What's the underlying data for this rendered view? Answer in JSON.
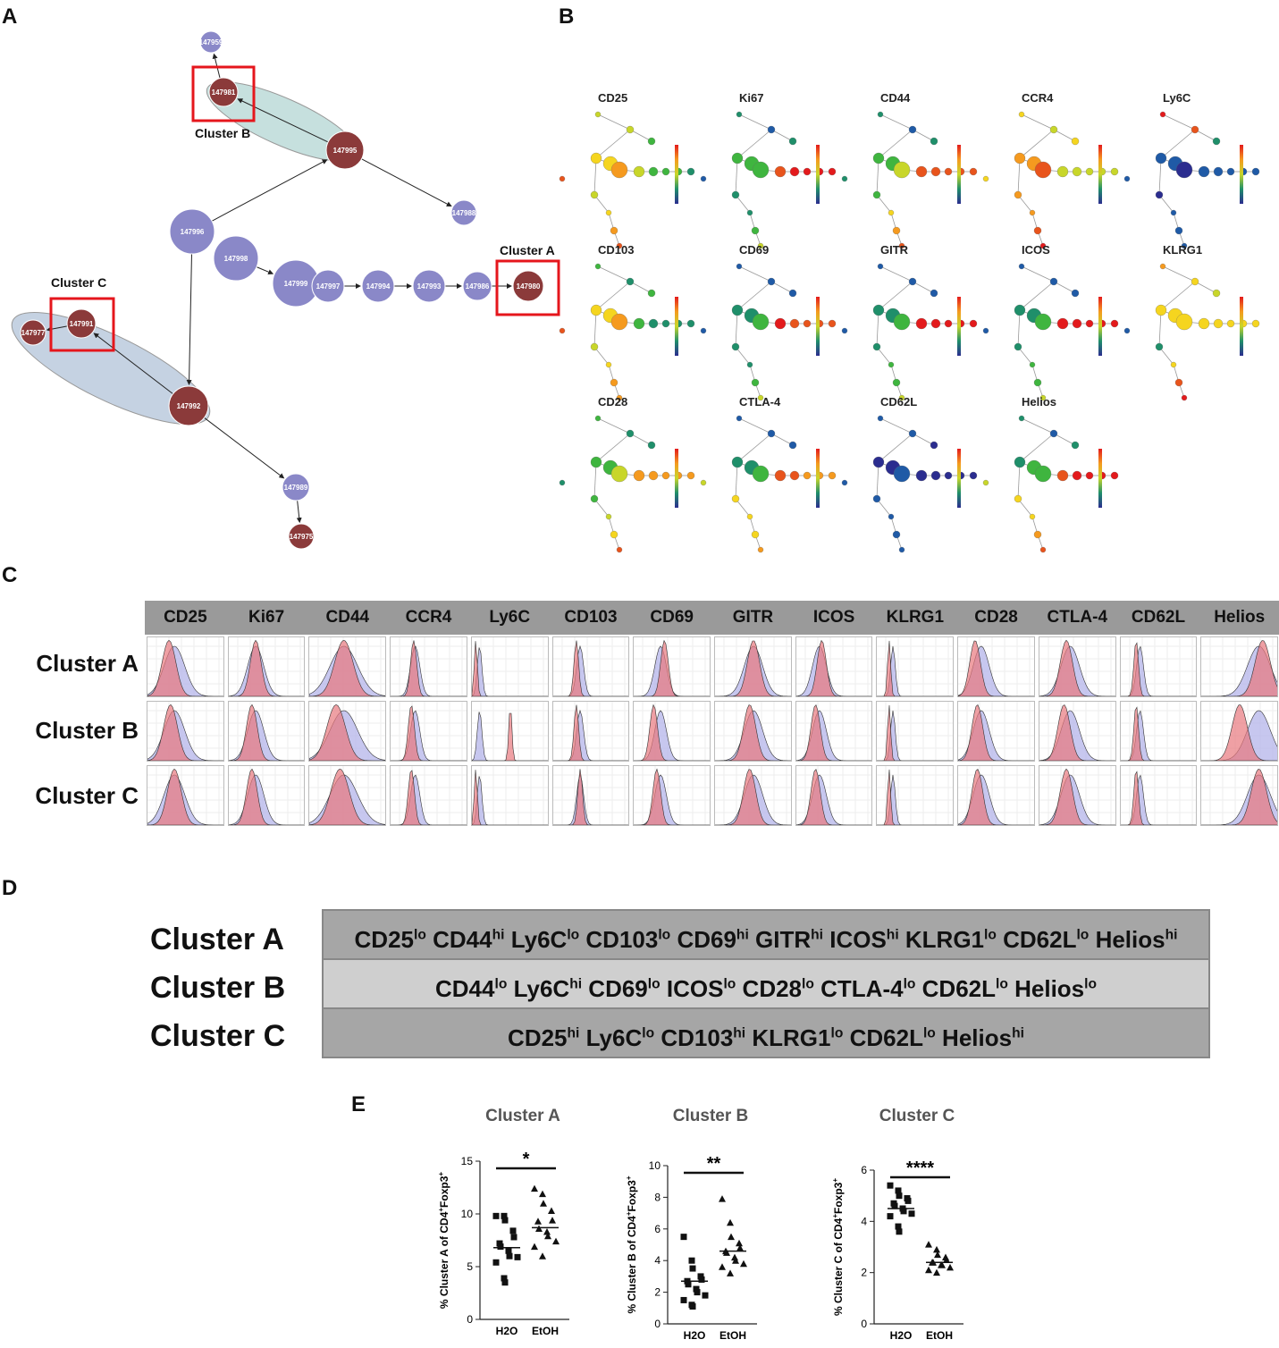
{
  "panels": {
    "a": "A",
    "b": "B",
    "c": "C",
    "d": "D",
    "e": "E"
  },
  "panelA": {
    "nodes": [
      {
        "id": "147959",
        "color": "blue"
      },
      {
        "id": "147981",
        "color": "red"
      },
      {
        "id": "147995",
        "color": "red"
      },
      {
        "id": "147988",
        "color": "blue"
      },
      {
        "id": "147996",
        "color": "blue"
      },
      {
        "id": "147998",
        "color": "blue"
      },
      {
        "id": "147999",
        "color": "blue"
      },
      {
        "id": "147997",
        "color": "blue"
      },
      {
        "id": "147994",
        "color": "blue"
      },
      {
        "id": "147993",
        "color": "blue"
      },
      {
        "id": "147986",
        "color": "blue"
      },
      {
        "id": "147980",
        "color": "red"
      },
      {
        "id": "147977",
        "color": "red"
      },
      {
        "id": "147991",
        "color": "red"
      },
      {
        "id": "147992",
        "color": "red"
      },
      {
        "id": "147989",
        "color": "blue"
      },
      {
        "id": "147975",
        "color": "red"
      }
    ],
    "cluster_labels": {
      "a": "Cluster A",
      "b": "Cluster B",
      "c": "Cluster C"
    },
    "colors": {
      "blue": "#8a88c8",
      "red": "#8b3a3a",
      "highlight": "#e5161c"
    }
  },
  "panelB": {
    "markers": [
      "CD25",
      "Ki67",
      "CD44",
      "CCR4",
      "Ly6C",
      "CD103",
      "CD69",
      "GITR",
      "ICOS",
      "KLRG1",
      "CD28",
      "CTLA-4",
      "CD62L",
      "Helios"
    ]
  },
  "panelC": {
    "markers": [
      "CD25",
      "Ki67",
      "CD44",
      "CCR4",
      "Ly6C",
      "CD103",
      "CD69",
      "GITR",
      "ICOS",
      "KLRG1",
      "CD28",
      "CTLA-4",
      "CD62L",
      "Helios"
    ],
    "rows": [
      "Cluster A",
      "Cluster B",
      "Cluster C"
    ],
    "colors": {
      "cluster": "#e8787e",
      "all": "#b4b4ea",
      "header": "#9a9a9a"
    }
  },
  "panelD": {
    "rows": [
      {
        "label": "Cluster A",
        "bg": "#a6a6a6",
        "items": [
          [
            "CD25",
            "lo"
          ],
          [
            "CD44",
            "hi"
          ],
          [
            "Ly6C",
            "lo"
          ],
          [
            "CD103",
            "lo"
          ],
          [
            "CD69",
            "hi"
          ],
          [
            "GITR",
            "hi"
          ],
          [
            "ICOS",
            "hi"
          ],
          [
            "KLRG1",
            "lo"
          ],
          [
            "CD62L",
            "lo"
          ],
          [
            "Helios",
            "hi"
          ]
        ]
      },
      {
        "label": "Cluster B",
        "bg": "#cfcfcf",
        "items": [
          [
            "CD44",
            "lo"
          ],
          [
            "Ly6C",
            "hi"
          ],
          [
            "CD69",
            "lo"
          ],
          [
            "ICOS",
            "lo"
          ],
          [
            "CD28",
            "lo"
          ],
          [
            "CTLA-4",
            "lo"
          ],
          [
            "CD62L",
            "lo"
          ],
          [
            "Helios",
            "lo"
          ]
        ]
      },
      {
        "label": "Cluster C",
        "bg": "#a6a6a6",
        "items": [
          [
            "CD25",
            "hi"
          ],
          [
            "Ly6C",
            "lo"
          ],
          [
            "CD103",
            "hi"
          ],
          [
            "KLRG1",
            "lo"
          ],
          [
            "CD62L",
            "lo"
          ],
          [
            "Helios",
            "hi"
          ]
        ]
      }
    ]
  },
  "chart_data": [
    {
      "type": "scatter",
      "title": "Cluster A",
      "ylabel_prefix": "% Cluster A of CD4",
      "ylabel_sup1": "+",
      "ylabel_mid": "Foxp3",
      "ylabel_sup2": "+",
      "categories": [
        "H2O",
        "EtOH"
      ],
      "ylim": [
        0,
        15
      ],
      "yticks": [
        0,
        5,
        10,
        15
      ],
      "series": [
        {
          "marker": "square",
          "values": [
            9.8,
            9.8,
            9.4,
            8.4,
            7.8,
            7.2,
            6.9,
            6.5,
            6.0,
            5.9,
            5.4,
            3.9,
            3.5
          ]
        },
        {
          "marker": "triangle",
          "values": [
            12.4,
            11.9,
            11.0,
            10.3,
            9.4,
            9.3,
            8.6,
            8.3,
            7.9,
            7.4,
            6.9,
            6.0
          ]
        }
      ],
      "medians": [
        6.8,
        8.7
      ],
      "significance": "*"
    },
    {
      "type": "scatter",
      "title": "Cluster B",
      "ylabel_prefix": "% Cluster B of CD4",
      "ylabel_sup1": "+",
      "ylabel_mid": "Foxp3",
      "ylabel_sup2": "+",
      "categories": [
        "H2O",
        "EtOH"
      ],
      "ylim": [
        0,
        10
      ],
      "yticks": [
        0,
        2,
        4,
        6,
        8,
        10
      ],
      "series": [
        {
          "marker": "square",
          "values": [
            5.5,
            4.0,
            3.5,
            3.0,
            2.8,
            2.7,
            2.5,
            2.2,
            2.0,
            1.8,
            1.5,
            1.2,
            1.1
          ]
        },
        {
          "marker": "triangle",
          "values": [
            7.9,
            6.4,
            5.5,
            5.1,
            4.8,
            4.6,
            4.5,
            4.2,
            4.0,
            3.8,
            3.6,
            3.2
          ]
        }
      ],
      "medians": [
        2.7,
        4.6
      ],
      "significance": "**"
    },
    {
      "type": "scatter",
      "title": "Cluster C",
      "ylabel_prefix": "% Cluster C of CD4",
      "ylabel_sup1": "+",
      "ylabel_mid": "Foxp3",
      "ylabel_sup2": "+",
      "categories": [
        "H2O",
        "EtOH"
      ],
      "ylim": [
        0,
        6
      ],
      "yticks": [
        0,
        2,
        4,
        6
      ],
      "series": [
        {
          "marker": "square",
          "values": [
            5.4,
            5.2,
            5.0,
            4.9,
            4.8,
            4.7,
            4.6,
            4.5,
            4.4,
            4.3,
            4.2,
            3.8,
            3.6
          ]
        },
        {
          "marker": "triangle",
          "values": [
            3.1,
            2.9,
            2.7,
            2.6,
            2.5,
            2.4,
            2.4,
            2.3,
            2.3,
            2.2,
            2.1,
            2.0
          ]
        }
      ],
      "medians": [
        4.5,
        2.4
      ],
      "significance": "****"
    }
  ]
}
